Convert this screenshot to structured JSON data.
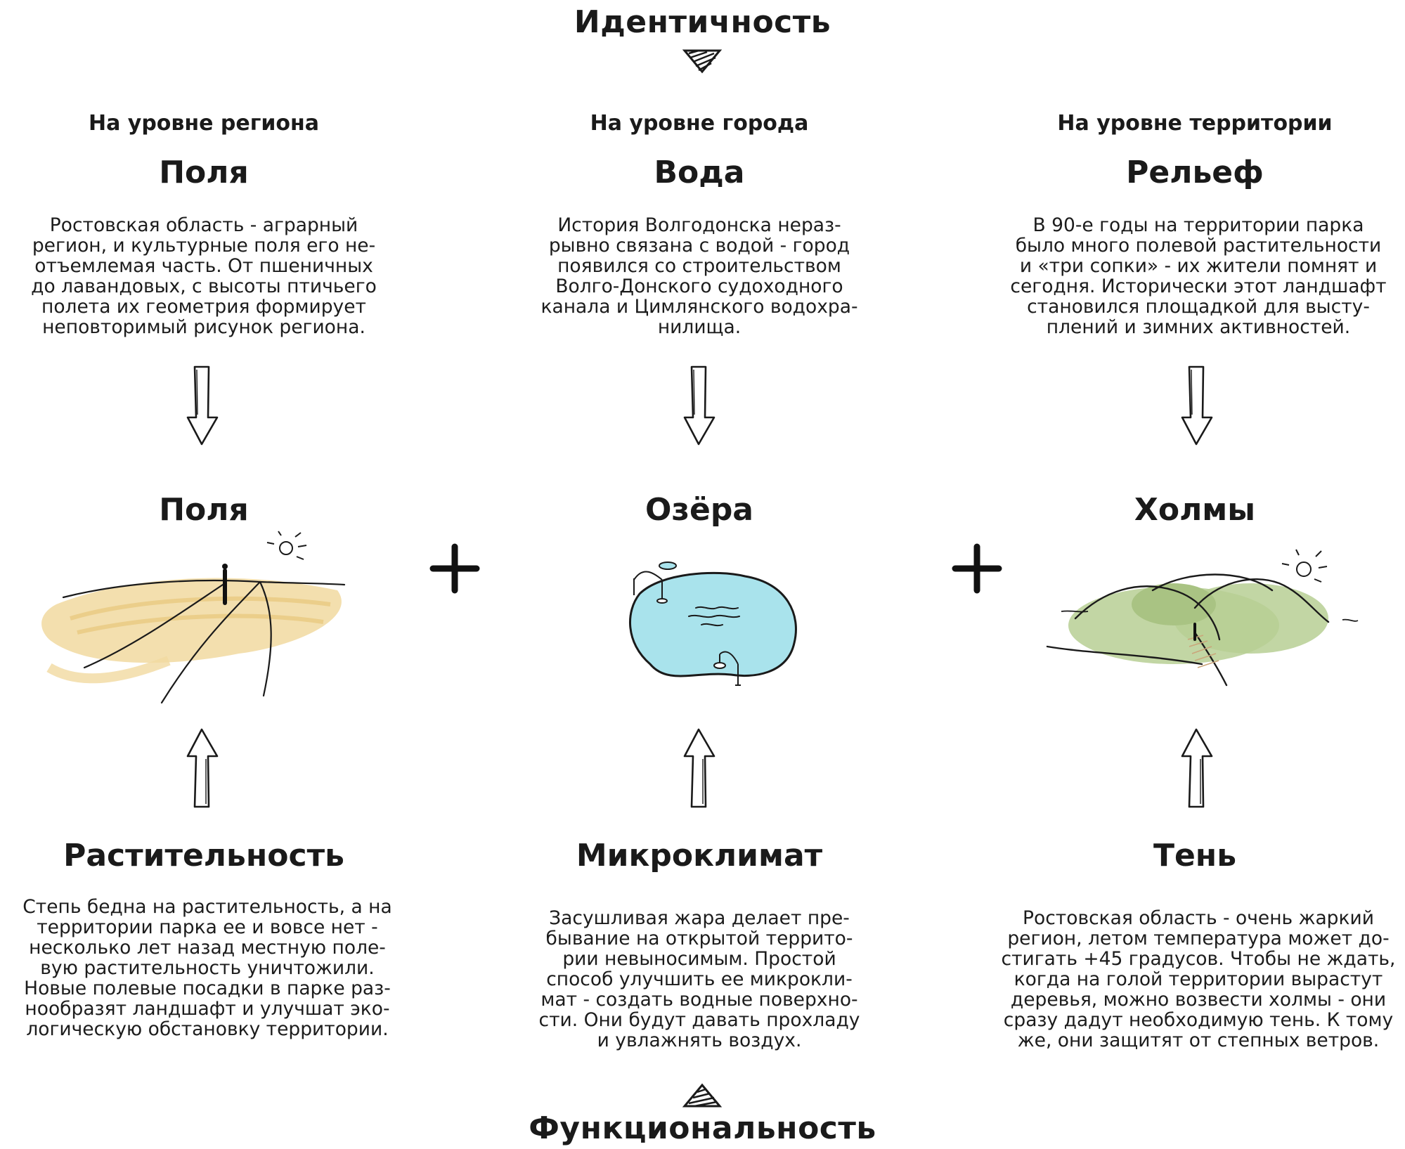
{
  "header": {
    "title": "Идентичность"
  },
  "footer": {
    "title": "Функциональность"
  },
  "columns": [
    {
      "level": "На уровне региона",
      "top_title": "Поля",
      "top_text": "Ростовская область - аграрный\nрегион, и культурные поля его не-\nотъемлемая часть. От пшеничных\nдо лавандовых, с высоты птичьего\nполета их геометрия формирует\nнеповторимый рисунок региона.",
      "middle_title": "Поля",
      "bottom_title": "Растительность",
      "bottom_text": "Степь бедна на растительность, а на\nтерритории парка ее и вовсе нет -\nнесколько лет назад местную поле-\nвую растительность уничтожили.\nНовые полевые посадки в парке раз-\nнообразят ландшафт и улучшат эко-\nлогическую обстановку территории."
    },
    {
      "level": "На уровне города",
      "top_title": "Вода",
      "top_text": "История Волгодонска нераз-\nрывно связана с водой - город\nпоявился со строительством\nВолго-Донского судоходного\nканала и Цимлянского водохра-\nнилища.",
      "middle_title": "Озёра",
      "bottom_title": "Микроклимат",
      "bottom_text": "Засушливая жара делает пре-\nбывание на открытой террито-\nрии невыносимым. Простой\nспособ улучшить ее микрокли-\nмат - создать водные поверхно-\nсти. Они будут давать прохладу\nи увлажнять воздух."
    },
    {
      "level": "На уровне территории",
      "top_title": "Рельеф",
      "top_text": "В 90-е годы на территории парка\nбыло много полевой растительности\nи  «три сопки» - их жители помнят и\nсегодня. Исторически этот ландшафт\nстановился площадкой для высту-\nплений и зимних активностей.",
      "middle_title": "Холмы",
      "bottom_title": "Тень",
      "bottom_text": "Ростовская область - очень жаркий\nрегион, летом температура может до-\nстигать +45 градусов. Чтобы не ждать,\nкогда на голой территории вырастут\nдеревья, можно возвести холмы - они\nсразу дадут необходимую тень. К тому\nже, они защитят от степных ветров."
    }
  ],
  "colors": {
    "field_yellow": "#f1d9a0",
    "water_blue": "#a9e3ec",
    "hill_green": "#b7cf94",
    "ink": "#1a1a1a"
  },
  "icons": [
    "down-arrow-icon",
    "up-arrow-icon",
    "plus-icon",
    "sun-icon",
    "hatched-triangle-icon"
  ]
}
